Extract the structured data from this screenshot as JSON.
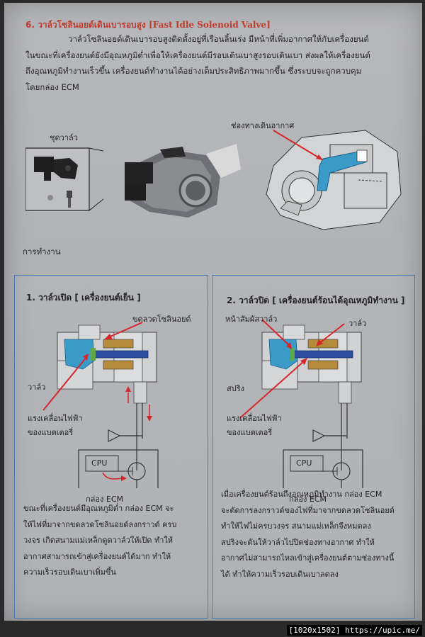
{
  "section": {
    "title_th": "6. วาล์วโซลินอยด์เดินเบารอบสูง",
    "title_en": "[Fast Idle Solenoid Valve]"
  },
  "intro_lines": [
    "วาล์วโซลินอยด์เดินเบารอบสูงติดตั้งอยู่ที่เรือนลิ้นเร่ง มีหน้าที่เพิ่มอากาศให้กับเครื่องยนต์",
    "ในขณะที่เครื่องยนต์ยังมีอุณหภูมิต่ำเพื่อให้เครื่องยนต์มีรอบเดินเบาสูงรอบเดินเบา ส่งผลให้เครื่องยนต์",
    "ถึงอุณหภูมิทำงานเร็วขึ้น เครื่องยนต์ทำงานได้อย่างเต็มประสิทธิภาพมากขึ้น ซึ่งระบบจะถูกควบคุม",
    "โดยกล่อง ECM"
  ],
  "figure_labels": {
    "valve_set": "ชุดวาล์ว",
    "air_passage": "ช่องทางเดินอากาศ"
  },
  "operation_label": "การทำงาน",
  "panel_left": {
    "title": "1. วาล์วเปิด [ เครื่องยนต์เย็น ]",
    "label_solenoid_coil": "ขดลวดโซลินอยด์",
    "label_valve": "วาล์ว",
    "label_battery_1": "แรงเคลื่อนไฟฟ้า",
    "label_battery_2": "ของแบตเตอรี่",
    "cpu": "CPU",
    "ecm": "กล่อง ECM",
    "desc_lines": [
      "ขณะที่เครื่องยนต์มีอุณหภูมิต่ำ กล่อง ECM จะ",
      "ให้ไฟที่มาจากขดลวดโซลินอยด์ลงกราวด์ ครบ",
      "วงจร เกิดสนามแม่เหล็กดูดวาล์วให้เปิด ทำให้",
      "อากาศสามารถเข้าสู่เครื่องยนต์ได้มาก ทำให้",
      "ความเร็วรอบเดินเบาเพิ่มขึ้น"
    ]
  },
  "panel_right": {
    "title": "2. วาล์วปิด [ เครื่องยนต์ร้อนได้อุณหภูมิทำงาน ]",
    "label_valve_contact": "หน้าสัมผัสวาล์ว",
    "label_valve": "วาล์ว",
    "label_spring": "สปริง",
    "label_battery_1": "แรงเคลื่อนไฟฟ้า",
    "label_battery_2": "ของแบตเตอรี่",
    "cpu": "CPU",
    "ecm": "กล่อง ECM",
    "desc_lines": [
      "เมื่อเครื่องยนต์ร้อนถึงอุณหภูมิทำงาน กล่อง ECM",
      "จะตัดการลงกราวด์ของไฟที่มาจากขดลวดโซลินอยด์",
      "ทำให้ไฟไม่ครบวงจร สนามแม่เหล็กจึงหมดลง",
      "สปริงจะดันให้วาล์วไปปิดช่องทางอากาศ  ทำให้",
      "อากาศไม่สามารถไหลเข้าสู่เครื่องยนต์ตามช่องทางนี้",
      "ได้ ทำให้ความเร็วรอบเดินเบาลดลง"
    ]
  },
  "watermark": "[1020x1502] https://upic.me/",
  "colors": {
    "title_red": "#c0392b",
    "panel_border": "#4a7bb7",
    "arrow_red": "#d6262b",
    "plunger_blue": "#2c4fa3",
    "body_cyan": "#3a9bc9"
  }
}
